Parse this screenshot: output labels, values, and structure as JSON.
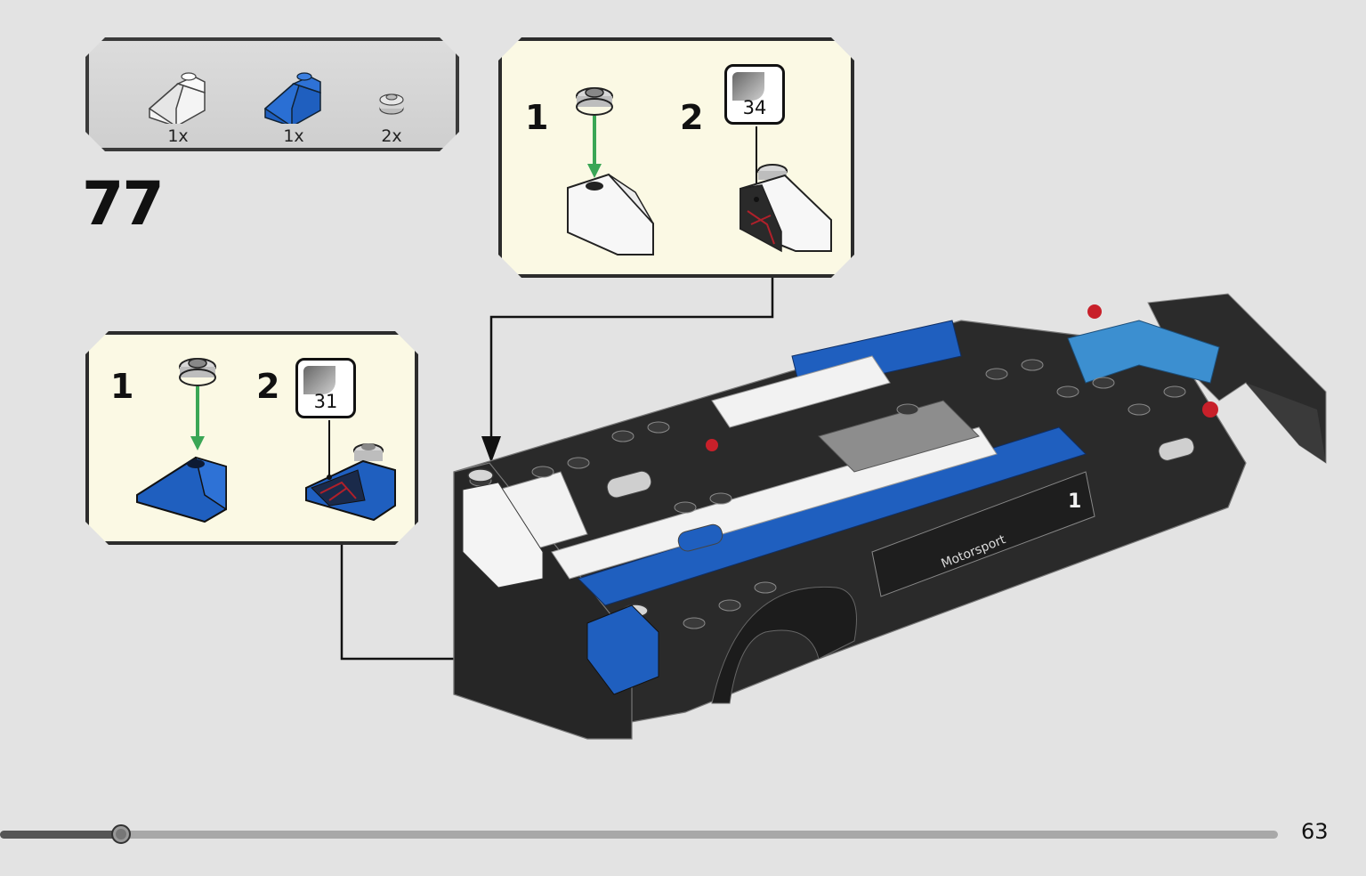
{
  "parts_list": {
    "items": [
      {
        "part": "white-slope-brick",
        "color": "#f4f4f4",
        "quantity": "1x"
      },
      {
        "part": "blue-slope-brick",
        "color": "#1f5fbf",
        "quantity": "1x"
      },
      {
        "part": "silver-round-plate",
        "color": "#c9c9c9",
        "quantity": "2x"
      }
    ]
  },
  "step": {
    "number": "77"
  },
  "sub_assembly_top": {
    "step_1": "1",
    "step_2": "2",
    "sticker": "34",
    "slope_color": "#f4f4f4",
    "arrow_color": "#3aa655"
  },
  "sub_assembly_left": {
    "step_1": "1",
    "step_2": "2",
    "sticker": "31",
    "slope_color": "#1f5fbf",
    "arrow_color": "#3aa655"
  },
  "model": {
    "livery_text": "Motorsport",
    "car_number": "1"
  },
  "progress": {
    "fraction": 0.095
  },
  "page": {
    "number": "63"
  },
  "colors": {
    "background": "#e3e3e3",
    "callout": "#fbf9e4",
    "lego_blue": "#1f5fbf",
    "lego_dark": "#2a2a2a"
  }
}
